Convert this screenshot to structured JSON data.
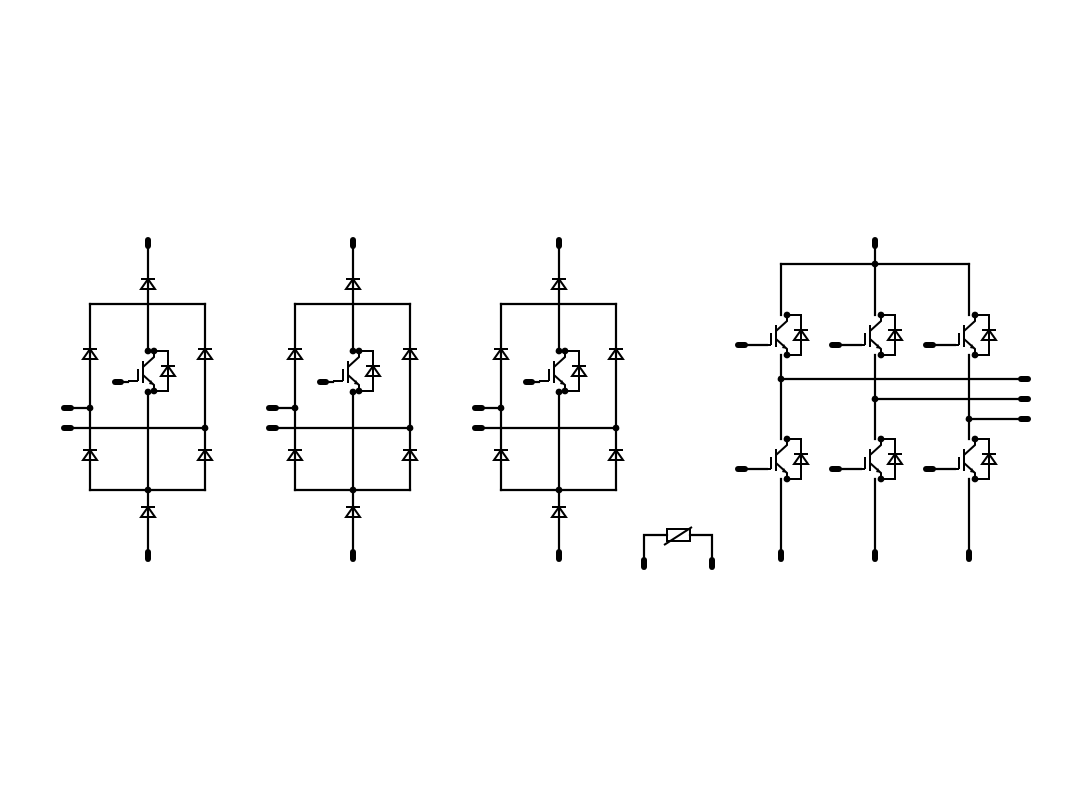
{
  "diagram": {
    "description_free": true,
    "colors": {
      "stroke": "#000000",
      "background": "#ffffff"
    },
    "blocks": [
      {
        "kind": "diode-bridge-with-igbt"
      },
      {
        "kind": "diode-bridge-with-igbt"
      },
      {
        "kind": "diode-bridge-with-igbt"
      },
      {
        "kind": "thermistor"
      },
      {
        "kind": "three-phase-igbt-inverter"
      }
    ]
  }
}
